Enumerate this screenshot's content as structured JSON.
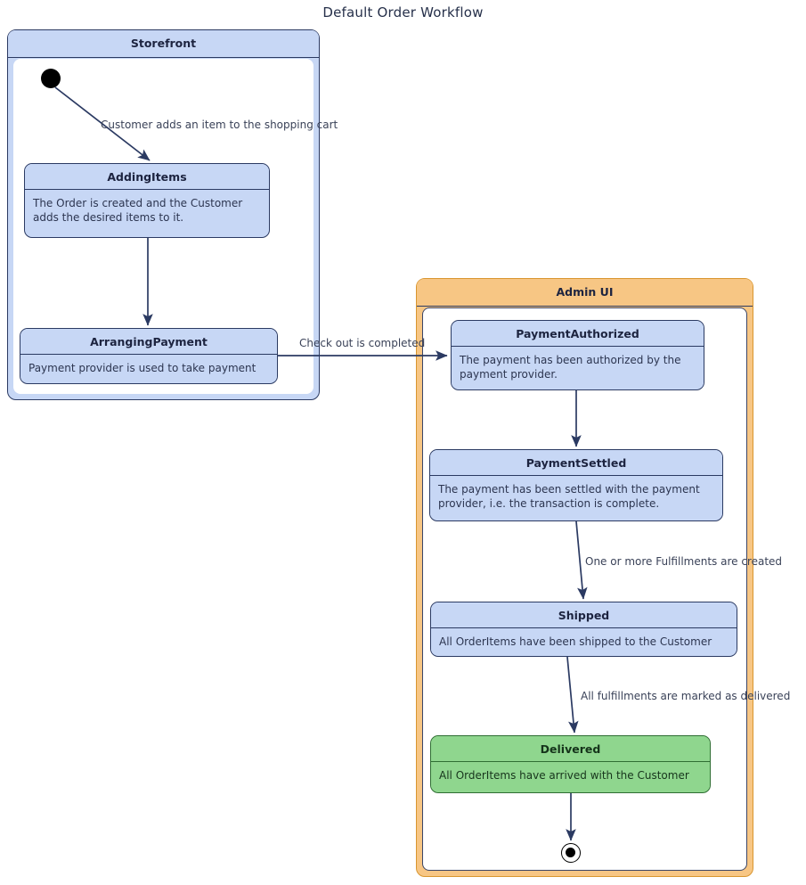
{
  "diagram": {
    "title": "Default Order Workflow",
    "type": "uml-state-machine",
    "colors": {
      "state_fill": "#c7d7f5",
      "state_border": "#2b3a62",
      "final_state_fill": "#8fd68e",
      "storefront_header": "#c7d7f5",
      "adminui_header": "#f7c684",
      "edge": "#2b3a62",
      "text": "#1d2440"
    }
  },
  "containers": [
    {
      "id": "storefront",
      "label": "Storefront",
      "accent": "#c7d7f5"
    },
    {
      "id": "adminui",
      "label": "Admin UI",
      "accent": "#f7c684"
    }
  ],
  "states": [
    {
      "id": "addingitems",
      "name": "AddingItems",
      "description": "The Order is created and the Customer adds the desired items to it.",
      "container": "storefront",
      "style": "normal"
    },
    {
      "id": "arrangingpayment",
      "name": "ArrangingPayment",
      "description": "Payment provider is used to take payment",
      "container": "storefront",
      "style": "normal"
    },
    {
      "id": "paymentauthorized",
      "name": "PaymentAuthorized",
      "description": "The payment has been authorized by the payment provider.",
      "container": "adminui",
      "style": "normal"
    },
    {
      "id": "paymentsettled",
      "name": "PaymentSettled",
      "description": "The payment has been settled with the payment provider, i.e. the transaction is complete.",
      "container": "adminui",
      "style": "normal"
    },
    {
      "id": "shipped",
      "name": "Shipped",
      "description": "All OrderItems have been shipped to the Customer",
      "container": "adminui",
      "style": "normal"
    },
    {
      "id": "delivered",
      "name": "Delivered",
      "description": "All OrderItems have arrived with the Customer",
      "container": "adminui",
      "style": "success"
    }
  ],
  "pseudostates": [
    {
      "id": "initial-storefront",
      "kind": "initial",
      "container": "storefront"
    },
    {
      "id": "final-adminui",
      "kind": "final",
      "container": "adminui"
    }
  ],
  "transitions": [
    {
      "id": "t1",
      "from": "initial-storefront",
      "to": "addingitems",
      "label": "Customer adds an item to the shopping cart"
    },
    {
      "id": "t2",
      "from": "addingitems",
      "to": "arrangingpayment",
      "label": ""
    },
    {
      "id": "t3",
      "from": "arrangingpayment",
      "to": "paymentauthorized",
      "label": "Check out is completed"
    },
    {
      "id": "t4",
      "from": "paymentauthorized",
      "to": "paymentsettled",
      "label": ""
    },
    {
      "id": "t5",
      "from": "paymentsettled",
      "to": "shipped",
      "label": "One or more Fulfillments are created"
    },
    {
      "id": "t6",
      "from": "shipped",
      "to": "delivered",
      "label": "All fulfillments are marked as delivered"
    },
    {
      "id": "t7",
      "from": "delivered",
      "to": "final-adminui",
      "label": ""
    }
  ]
}
